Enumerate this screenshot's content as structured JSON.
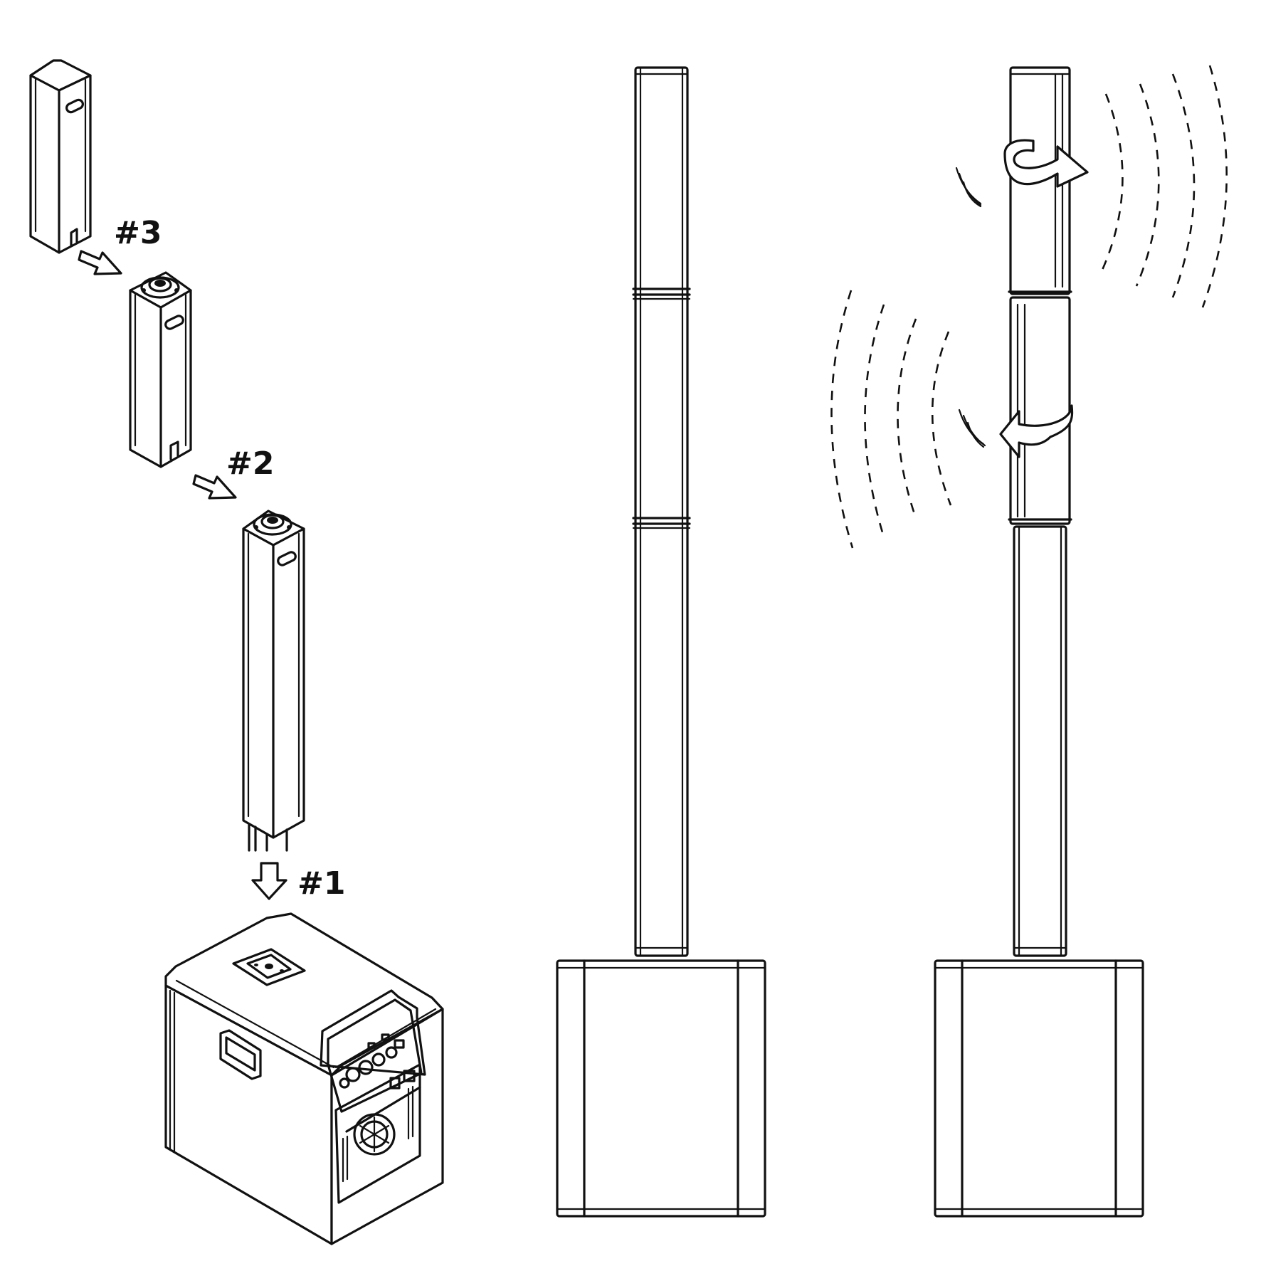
{
  "steps": [
    {
      "label": "#3"
    },
    {
      "label": "#2"
    },
    {
      "label": "#1"
    }
  ],
  "colors": {
    "line": "#111111",
    "background": "#ffffff"
  }
}
